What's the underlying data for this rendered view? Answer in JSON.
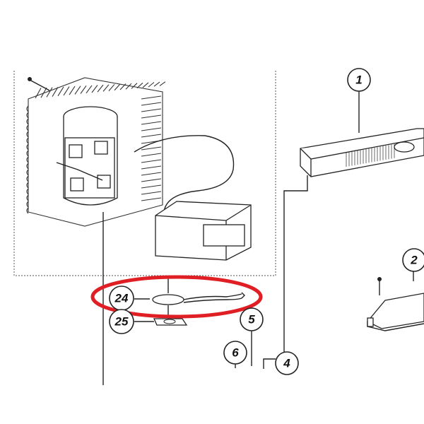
{
  "diagram": {
    "callouts": {
      "c1": "1",
      "c2": "2",
      "c4": "4",
      "c5": "5",
      "c6": "6",
      "c24": "24",
      "c25": "25"
    },
    "highlight_color": "#e01f25",
    "highlighted_part": "24"
  }
}
